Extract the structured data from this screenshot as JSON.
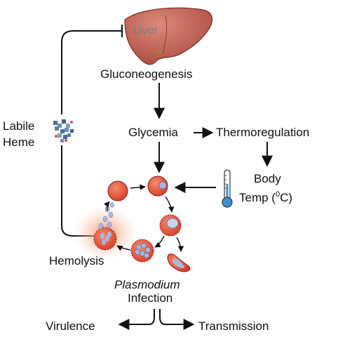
{
  "labels": {
    "liver": "Liver",
    "gluconeogenesis": "Gluconeogenesis",
    "glycemia": "Glycemia",
    "thermoregulation": "Thermoregulation",
    "body": "Body",
    "temp_prefix": "Temp (",
    "temp_superscript": "0",
    "temp_suffix": "C)",
    "labile": "Labile",
    "heme": "Heme",
    "hemolysis": "Hemolysis",
    "plasmodium": "Plasmodium",
    "infection": "Infection",
    "virulence": "Virulence",
    "transmission": "Transmission"
  },
  "colors": {
    "line": "#111111",
    "liver_fill": "#c0645a",
    "rbc_fill": "#e0503c",
    "rbc_edge": "#8a1f14",
    "parasite": "#a8b8e0",
    "hemolysis_glow": "#f6a27a",
    "thermometer_bulb": "#3f8fd2"
  }
}
